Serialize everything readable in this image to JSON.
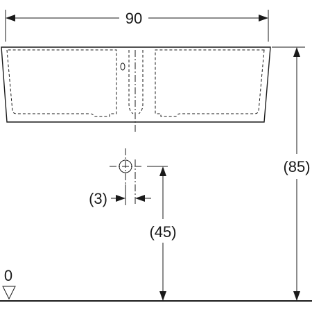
{
  "dimensions": {
    "width": "90",
    "height": "(85)",
    "drain_height": "(45)",
    "drain_offset": "(3)",
    "floor_level": "0"
  }
}
